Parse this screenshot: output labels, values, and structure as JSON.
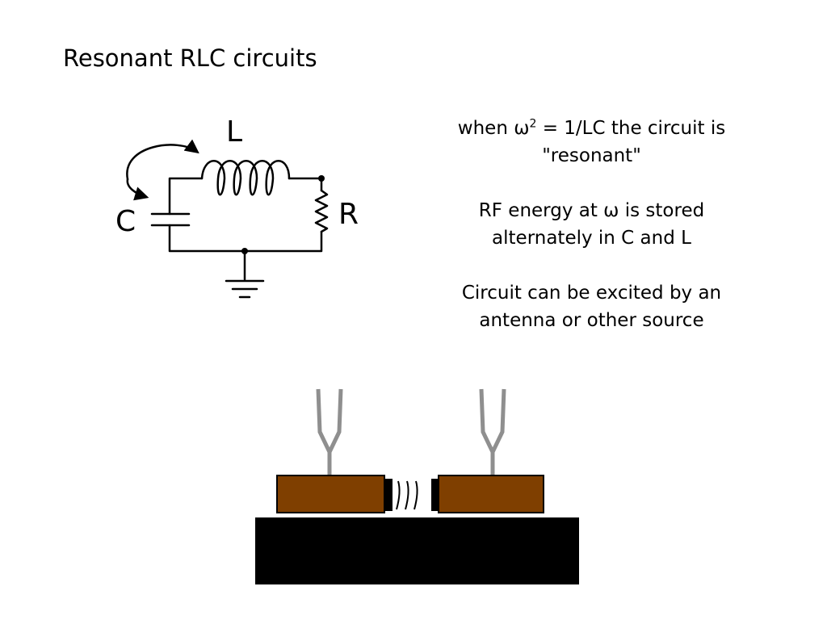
{
  "slide": {
    "title": "Resonant RLC circuits"
  },
  "circuit": {
    "inductor_label": "L",
    "capacitor_label": "C",
    "resistor_label": "R"
  },
  "notes": {
    "resonance_pre": "when ω",
    "resonance_sup": "2",
    "resonance_post": " = 1/LC the circuit is \"resonant\"",
    "energy": "RF energy at ω is stored alternately in C and L",
    "excitation": "Circuit can be excited by an antenna or other source"
  },
  "colors": {
    "wood": "#7f3f00",
    "fork": "#8f8f8f",
    "base": "#000000"
  }
}
